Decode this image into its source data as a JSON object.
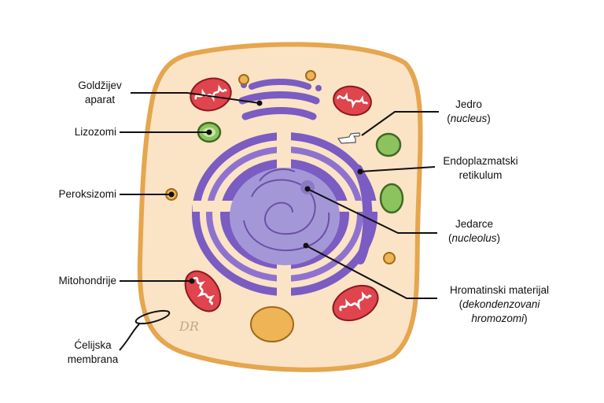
{
  "labels": {
    "golgi": {
      "line1": "Goldžijev",
      "line2": "aparat"
    },
    "lysosomes": "Lizozomi",
    "peroxisomes": "Peroksizomi",
    "mitochondria": "Mitohondrije",
    "membrane": {
      "line1": "Ćelijska",
      "line2": "membrana"
    },
    "nucleus": {
      "line1": "Jedro",
      "open": "(",
      "latin": "nucleus",
      "close": ")"
    },
    "er": {
      "line1": "Endoplazmatski",
      "line2": "retikulum"
    },
    "nucleolus": {
      "line1": "Jedarce",
      "open": "(",
      "latin": "nucleolus",
      "close": ")"
    },
    "chromatin": {
      "line1": "Hromatinski materijal",
      "open": "(",
      "line2": "dekondenzovani",
      "line3": "hromozomi",
      "close": ")"
    }
  },
  "signature": "DR",
  "colors": {
    "cytoplasm": "#fbe3c6",
    "membrane": "#e5a64e",
    "er": "#7b5cc2",
    "nucleus": "#a497d8",
    "mitochondria": "#e0444d",
    "lysosome": "#8cc35e",
    "vacuole": "#efb455"
  }
}
